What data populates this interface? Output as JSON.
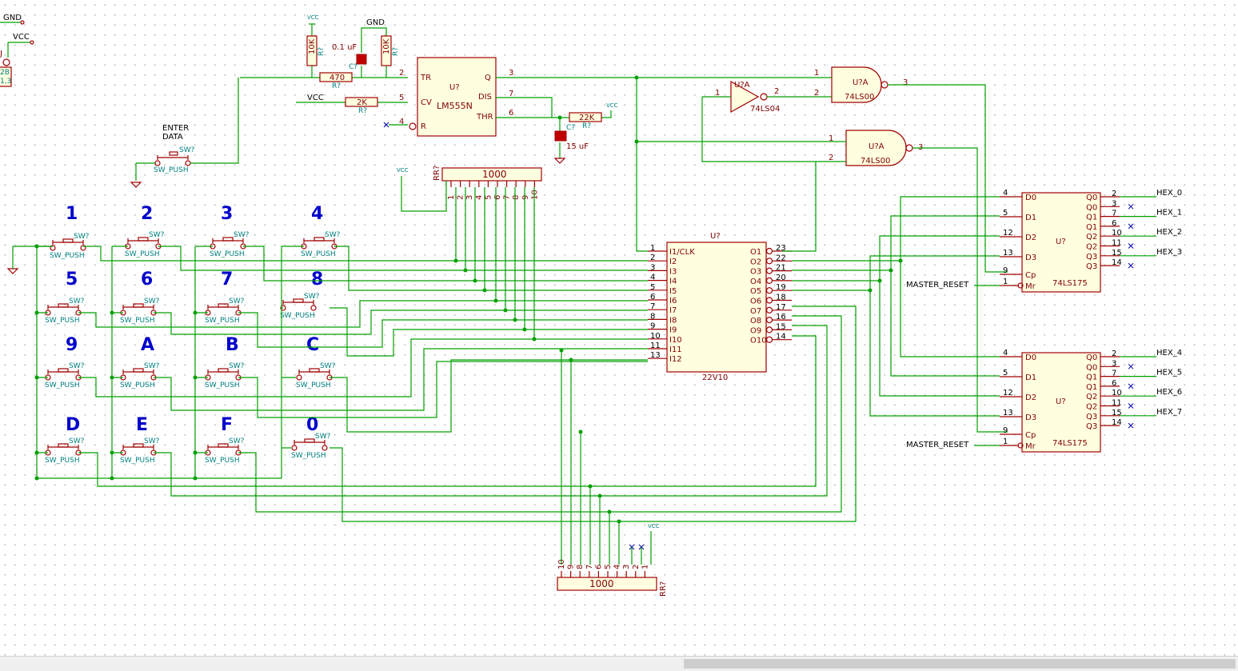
{
  "power": {
    "gnd": "GND",
    "vcc": "VCC"
  },
  "edge": {
    "a": "J",
    "b": "2B",
    "c": "1,3"
  },
  "timer": {
    "name": "LM555N",
    "ref": "U?",
    "pins": {
      "tr": "TR",
      "q": "Q",
      "cv": "CV",
      "dis": "DIS",
      "thr": "THR",
      "r": "R"
    },
    "nums": {
      "tr": "2",
      "q": "3",
      "cv": "5",
      "dis": "7",
      "thr": "6",
      "r": "4"
    }
  },
  "passives": {
    "r10k_a": "10K",
    "r10k_b": "10K",
    "r470": "470",
    "r2k": "2K",
    "r22k": "22K",
    "rref": "R?",
    "cref": "C?",
    "c01": "0.1 uF",
    "c15": "15 uF"
  },
  "enter": {
    "l1": "ENTER",
    "l2": "DATA",
    "sw": "SW?",
    "type": "SW_PUSH"
  },
  "rrTop": {
    "ref": "RR?",
    "val": "1000",
    "pins": [
      "1",
      "2",
      "3",
      "4",
      "5",
      "6",
      "7",
      "8",
      "9",
      "10"
    ]
  },
  "rrBot": {
    "ref": "RR?",
    "val": "1000",
    "pins": [
      "10",
      "9",
      "8",
      "7",
      "6",
      "5",
      "4",
      "3",
      "2",
      "1"
    ]
  },
  "keys": [
    "1",
    "2",
    "3",
    "4",
    "5",
    "6",
    "7",
    "8",
    "9",
    "A",
    "B",
    "C",
    "D",
    "E",
    "F",
    "0"
  ],
  "sw": {
    "ref": "SW?",
    "type": "SW_PUSH"
  },
  "pld": {
    "ref": "U?",
    "name": "22V10",
    "inLabels": [
      "I1/CLK",
      "I2",
      "I3",
      "I4",
      "I5",
      "I6",
      "I7",
      "I8",
      "I9",
      "I10",
      "I11",
      "I12"
    ],
    "inNums": [
      "1",
      "2",
      "3",
      "4",
      "5",
      "6",
      "7",
      "8",
      "9",
      "10",
      "11",
      "13"
    ],
    "outLabels": [
      "O1",
      "O2",
      "O3",
      "O4",
      "O5",
      "O6",
      "O7",
      "O8",
      "O9",
      "O10"
    ],
    "outNums": [
      "23",
      "22",
      "21",
      "20",
      "19",
      "18",
      "17",
      "16",
      "15",
      "14"
    ]
  },
  "inv": {
    "ref": "U?A",
    "name": "74LS04",
    "in": "1",
    "out": "2"
  },
  "nandA": {
    "ref": "U?A",
    "name": "74LS00",
    "in1": "1",
    "in2": "2",
    "out": "3"
  },
  "nandB": {
    "ref": "U?A",
    "name": "74LS00",
    "in1": "1",
    "in2": "2",
    "out": "3"
  },
  "reg": {
    "ref": "U?",
    "name": "74LS175",
    "inLabels": [
      "D0",
      "D1",
      "D2",
      "D3",
      "Cp",
      "Mr"
    ],
    "inNums": [
      "4",
      "5",
      "12",
      "13",
      "9",
      "1"
    ],
    "outLabels": [
      "Q0",
      "Q0",
      "Q1",
      "Q1",
      "Q2",
      "Q2",
      "Q3",
      "Q3"
    ],
    "outNums": [
      "2",
      "3",
      "7",
      "6",
      "10",
      "11",
      "15",
      "14"
    ]
  },
  "nets": {
    "hexTop": [
      "HEX_0",
      "HEX_1",
      "HEX_2",
      "HEX_3"
    ],
    "hexBot": [
      "HEX_4",
      "HEX_5",
      "HEX_6",
      "HEX_7"
    ],
    "reset": "MASTER_RESET"
  }
}
